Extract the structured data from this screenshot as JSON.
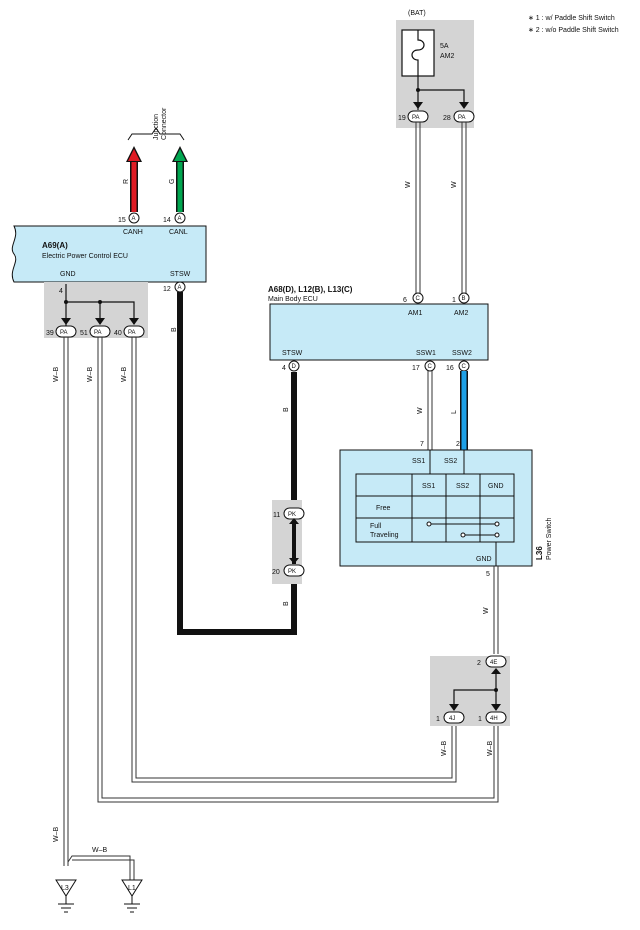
{
  "legend": {
    "note1": "∗ 1 : w/ Paddle Shift Switch",
    "note2": "∗ 2 : w/o Paddle Shift Switch"
  },
  "bat": {
    "label": "(BAT)",
    "fuse_rating": "5A",
    "fuse_name": "AM2",
    "pin19": "19",
    "pin28": "28",
    "conn": "PA"
  },
  "junction": {
    "label_line1": "Junction",
    "label_line2": "Connector"
  },
  "can_wires": {
    "red": "R",
    "green": "G"
  },
  "colors": {
    "red": "#e01b24",
    "green": "#00a650",
    "blue": "#1ea0e6",
    "ecu_fill": "#c6eaf7",
    "gray_box": "#d4d4d4"
  },
  "a69": {
    "id": "A69(A)",
    "name": "Electric Power Control ECU",
    "canh": "CANH",
    "canl": "CANL",
    "stsw": "STSW",
    "gnd": "GND",
    "pin15": "15",
    "pin14": "14",
    "pin12": "12",
    "pin4": "4",
    "conn": "A"
  },
  "ground_splice": {
    "pin39": "39",
    "pin51": "51",
    "pin40": "40",
    "conn": "PA"
  },
  "main_body_ecu": {
    "id": "A68(D), L12(B), L13(C)",
    "name": "Main Body ECU",
    "am1": "AM1",
    "am2": "AM2",
    "stsw": "STSW",
    "ssw1": "SSW1",
    "ssw2": "SSW2",
    "pin6": "6",
    "pin1": "1",
    "pin4": "4",
    "pin17": "17",
    "pin16": "16",
    "conn_c": "C",
    "conn_b": "B",
    "conn_d": "D"
  },
  "wire_labels": {
    "w": "W",
    "b": "B",
    "l": "L",
    "wb": "W–B"
  },
  "power_switch": {
    "id": "L36",
    "name": "Power Switch",
    "ss1": "SS1",
    "ss2": "SS2",
    "gnd": "GND",
    "pin7": "7",
    "pin2": "2",
    "pin5": "5",
    "table_headers": [
      "",
      "SS1",
      "SS2",
      "GND"
    ],
    "row_free": "Free",
    "row_full_1": "Full",
    "row_full_2": "Traveling"
  },
  "pk_connector": {
    "pin11": "11",
    "pin20": "20",
    "conn": "PK"
  },
  "ground_junction": {
    "pin2": "2",
    "conn4e": "4E",
    "pin1a": "1",
    "conn4j": "4J",
    "pin1b": "1",
    "conn4h": "4H"
  },
  "grounds": {
    "l3": "L3",
    "l1": "L1"
  }
}
